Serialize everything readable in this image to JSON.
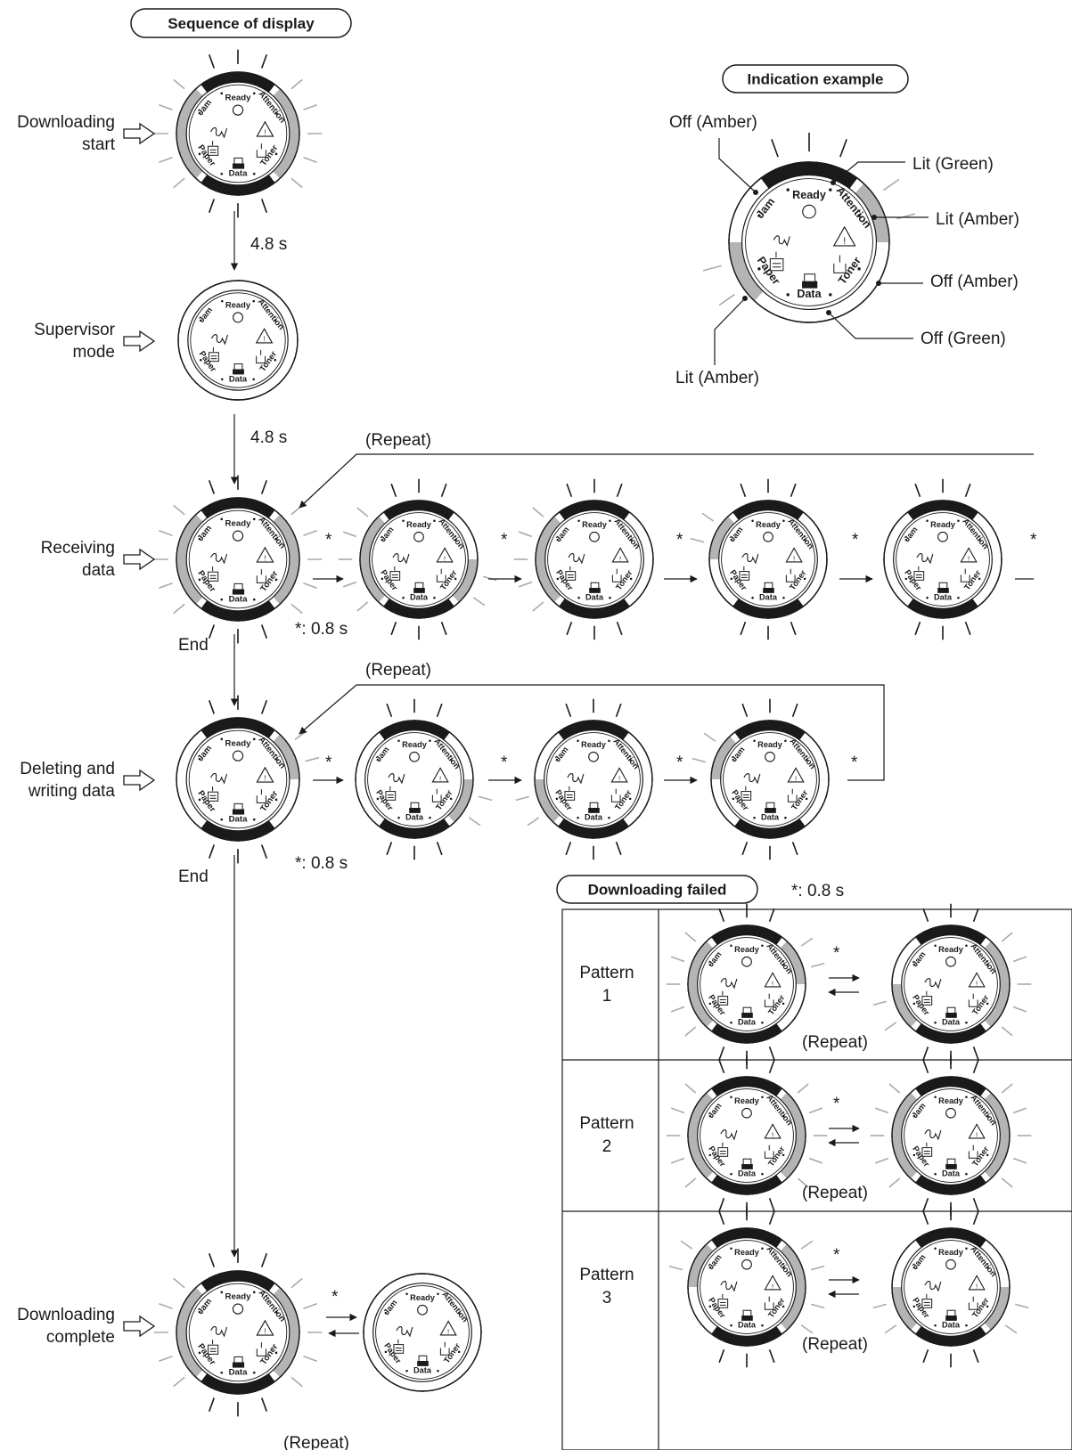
{
  "headers": {
    "sequence": "Sequence of display",
    "indication": "Indication example",
    "failed": "Downloading failed",
    "failed_note": "*: 0.8 s"
  },
  "labels": {
    "lamp_ready": "Ready",
    "lamp_attention": "Attention",
    "lamp_toner": "Toner",
    "lamp_data": "Data",
    "lamp_paper": "Paper",
    "lamp_jam": "Jam"
  },
  "steps": {
    "downloading_start": [
      "Downloading",
      "start"
    ],
    "supervisor_mode": [
      "Supervisor",
      "mode"
    ],
    "receiving_data": [
      "Receiving",
      "data"
    ],
    "deleting_writing": [
      "Deleting and",
      "writing data"
    ],
    "downloading_complete": [
      "Downloading",
      "complete"
    ]
  },
  "timing": {
    "t1": "4.8 s",
    "t2": "4.8 s",
    "star": "*",
    "star_note": "*: 0.8 s",
    "end": "End",
    "repeat": "(Repeat)"
  },
  "indication_callouts": {
    "off_amber_top": "Off (Amber)",
    "lit_green": "Lit (Green)",
    "lit_amber_right": "Lit (Amber)",
    "off_amber_right": "Off (Amber)",
    "off_green": "Off (Green)",
    "lit_amber_left": "Lit (Amber)"
  },
  "patterns": [
    "Pattern",
    "1",
    "2",
    "3"
  ],
  "colors": {
    "lit_green": "#1a1a1a",
    "lit_amber": "#b4b4b4",
    "off": "#ffffff",
    "line": "#1a1a1a"
  }
}
